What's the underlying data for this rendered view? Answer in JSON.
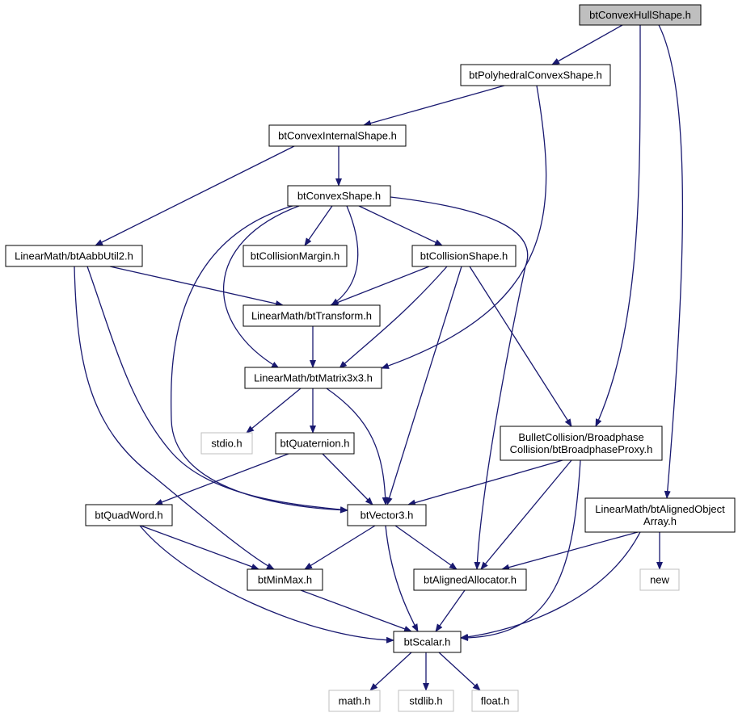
{
  "diagram": {
    "type": "include-dependency-graph",
    "colors": {
      "edge": "#191970",
      "box_border": "#000000",
      "missing_border": "#bfbfbf",
      "root_fill": "#bfbfbf",
      "box_fill": "#ffffff"
    },
    "nodes": [
      {
        "id": "n_root",
        "lines": [
          "btConvexHullShape.h"
        ],
        "kind": "root"
      },
      {
        "id": "n_poly",
        "lines": [
          "btPolyhedralConvexShape.h"
        ],
        "kind": "normal"
      },
      {
        "id": "n_internal",
        "lines": [
          "btConvexInternalShape.h"
        ],
        "kind": "normal"
      },
      {
        "id": "n_convex",
        "lines": [
          "btConvexShape.h"
        ],
        "kind": "normal"
      },
      {
        "id": "n_aabb",
        "lines": [
          "LinearMath/btAabbUtil2.h"
        ],
        "kind": "normal"
      },
      {
        "id": "n_margin",
        "lines": [
          "btCollisionMargin.h"
        ],
        "kind": "normal"
      },
      {
        "id": "n_collshape",
        "lines": [
          "btCollisionShape.h"
        ],
        "kind": "normal"
      },
      {
        "id": "n_transform",
        "lines": [
          "LinearMath/btTransform.h"
        ],
        "kind": "normal"
      },
      {
        "id": "n_matrix",
        "lines": [
          "LinearMath/btMatrix3x3.h"
        ],
        "kind": "normal"
      },
      {
        "id": "n_stdio",
        "lines": [
          "stdio.h"
        ],
        "kind": "missing"
      },
      {
        "id": "n_quat",
        "lines": [
          "btQuaternion.h"
        ],
        "kind": "normal"
      },
      {
        "id": "n_proxy",
        "lines": [
          "BulletCollision/Broadphase",
          "Collision/btBroadphaseProxy.h"
        ],
        "kind": "normal"
      },
      {
        "id": "n_quadword",
        "lines": [
          "btQuadWord.h"
        ],
        "kind": "normal"
      },
      {
        "id": "n_vector",
        "lines": [
          "btVector3.h"
        ],
        "kind": "normal"
      },
      {
        "id": "n_alignedarray",
        "lines": [
          "LinearMath/btAlignedObject",
          "Array.h"
        ],
        "kind": "normal"
      },
      {
        "id": "n_minmax",
        "lines": [
          "btMinMax.h"
        ],
        "kind": "normal"
      },
      {
        "id": "n_allocator",
        "lines": [
          "btAlignedAllocator.h"
        ],
        "kind": "normal"
      },
      {
        "id": "n_new",
        "lines": [
          "new"
        ],
        "kind": "missing"
      },
      {
        "id": "n_scalar",
        "lines": [
          "btScalar.h"
        ],
        "kind": "normal"
      },
      {
        "id": "n_math",
        "lines": [
          "math.h"
        ],
        "kind": "missing"
      },
      {
        "id": "n_stdlib",
        "lines": [
          "stdlib.h"
        ],
        "kind": "missing"
      },
      {
        "id": "n_float",
        "lines": [
          "float.h"
        ],
        "kind": "missing"
      }
    ],
    "edges": [
      {
        "from": "n_root",
        "to": "n_poly"
      },
      {
        "from": "n_root",
        "to": "n_proxy"
      },
      {
        "from": "n_root",
        "to": "n_alignedarray"
      },
      {
        "from": "n_poly",
        "to": "n_internal"
      },
      {
        "from": "n_poly",
        "to": "n_matrix"
      },
      {
        "from": "n_internal",
        "to": "n_convex"
      },
      {
        "from": "n_internal",
        "to": "n_aabb"
      },
      {
        "from": "n_convex",
        "to": "n_margin"
      },
      {
        "from": "n_convex",
        "to": "n_collshape"
      },
      {
        "from": "n_convex",
        "to": "n_transform"
      },
      {
        "from": "n_convex",
        "to": "n_matrix"
      },
      {
        "from": "n_convex",
        "to": "n_vector"
      },
      {
        "from": "n_convex",
        "to": "n_allocator"
      },
      {
        "from": "n_aabb",
        "to": "n_transform"
      },
      {
        "from": "n_aabb",
        "to": "n_vector"
      },
      {
        "from": "n_aabb",
        "to": "n_minmax"
      },
      {
        "from": "n_collshape",
        "to": "n_transform"
      },
      {
        "from": "n_collshape",
        "to": "n_matrix"
      },
      {
        "from": "n_collshape",
        "to": "n_vector"
      },
      {
        "from": "n_collshape",
        "to": "n_proxy"
      },
      {
        "from": "n_transform",
        "to": "n_matrix"
      },
      {
        "from": "n_matrix",
        "to": "n_stdio"
      },
      {
        "from": "n_matrix",
        "to": "n_quat"
      },
      {
        "from": "n_matrix",
        "to": "n_vector"
      },
      {
        "from": "n_quat",
        "to": "n_quadword"
      },
      {
        "from": "n_quat",
        "to": "n_vector"
      },
      {
        "from": "n_proxy",
        "to": "n_vector"
      },
      {
        "from": "n_proxy",
        "to": "n_allocator"
      },
      {
        "from": "n_proxy",
        "to": "n_scalar"
      },
      {
        "from": "n_quadword",
        "to": "n_minmax"
      },
      {
        "from": "n_quadword",
        "to": "n_scalar"
      },
      {
        "from": "n_vector",
        "to": "n_minmax"
      },
      {
        "from": "n_vector",
        "to": "n_allocator"
      },
      {
        "from": "n_vector",
        "to": "n_scalar"
      },
      {
        "from": "n_alignedarray",
        "to": "n_allocator"
      },
      {
        "from": "n_alignedarray",
        "to": "n_new"
      },
      {
        "from": "n_alignedarray",
        "to": "n_scalar"
      },
      {
        "from": "n_minmax",
        "to": "n_scalar"
      },
      {
        "from": "n_allocator",
        "to": "n_scalar"
      },
      {
        "from": "n_scalar",
        "to": "n_math"
      },
      {
        "from": "n_scalar",
        "to": "n_stdlib"
      },
      {
        "from": "n_scalar",
        "to": "n_float"
      }
    ]
  }
}
